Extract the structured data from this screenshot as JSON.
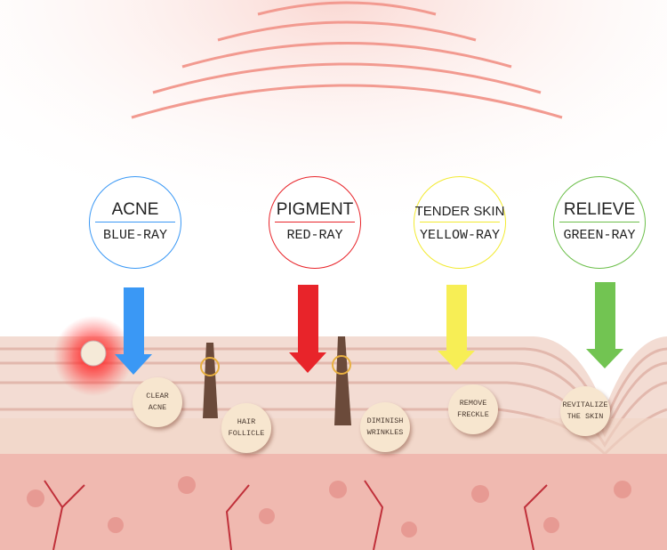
{
  "rays": [
    {
      "name": "ACNE",
      "color_label": "BLUE-RAY",
      "color": "#3a98f5"
    },
    {
      "name": "PIGMENT",
      "color_label": "RED-RAY",
      "color": "#e8242a"
    },
    {
      "name": "TENDER SKIN",
      "color_label": "YELLOW-RAY",
      "color": "#f2ea30"
    },
    {
      "name": "RELIEVE",
      "color_label": "GREEN-RAY",
      "color": "#6cbf4a"
    }
  ],
  "badges": [
    {
      "text": "CLEAR\nACNE"
    },
    {
      "text": "HAIR\nFOLLICLE"
    },
    {
      "text": "DIMINISH\nWRINKLES"
    },
    {
      "text": "REMOVE\nFRECKLE"
    },
    {
      "text": "REVITALIZE\nTHE SKIN"
    }
  ]
}
